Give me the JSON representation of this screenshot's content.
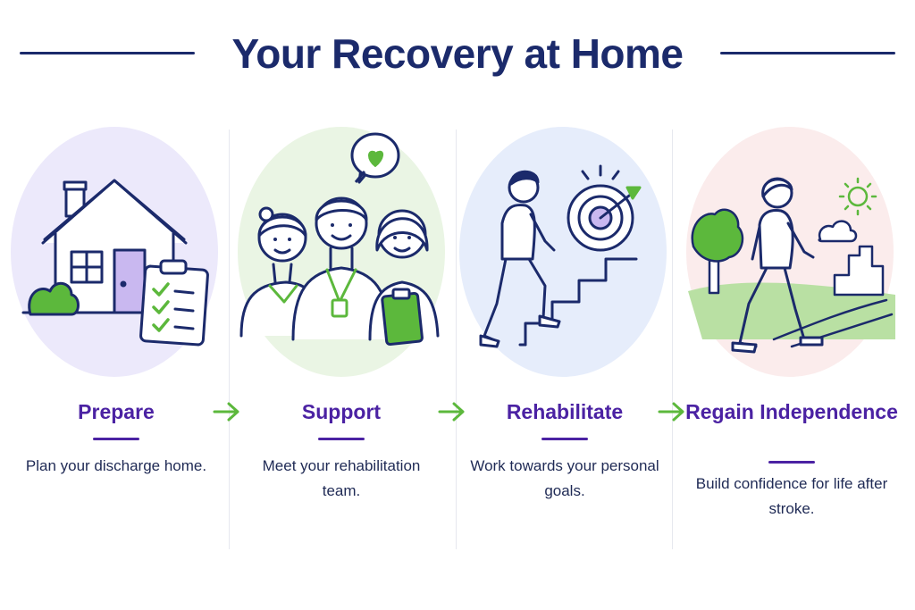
{
  "title": "Your Recovery at Home",
  "colors": {
    "navy": "#1b2a6b",
    "purple": "#4b22a3",
    "green": "#5cb83c",
    "text": "#1f2a55"
  },
  "steps": [
    {
      "title": "Prepare",
      "description": "Plan your discharge home.",
      "illustration": "house-with-checklist",
      "bg_color": "#ece9fb"
    },
    {
      "title": "Support",
      "description": "Meet your rehabilitation team.",
      "illustration": "care-team",
      "bg_color": "#eaf5e4"
    },
    {
      "title": "Rehabilitate",
      "description": "Work towards your personal goals.",
      "illustration": "climbing-stairs-target",
      "bg_color": "#e6edfb"
    },
    {
      "title": "Regain Independence",
      "description": "Build confidence for life after stroke.",
      "illustration": "walking-outdoors",
      "bg_color": "#fbecec"
    }
  ]
}
